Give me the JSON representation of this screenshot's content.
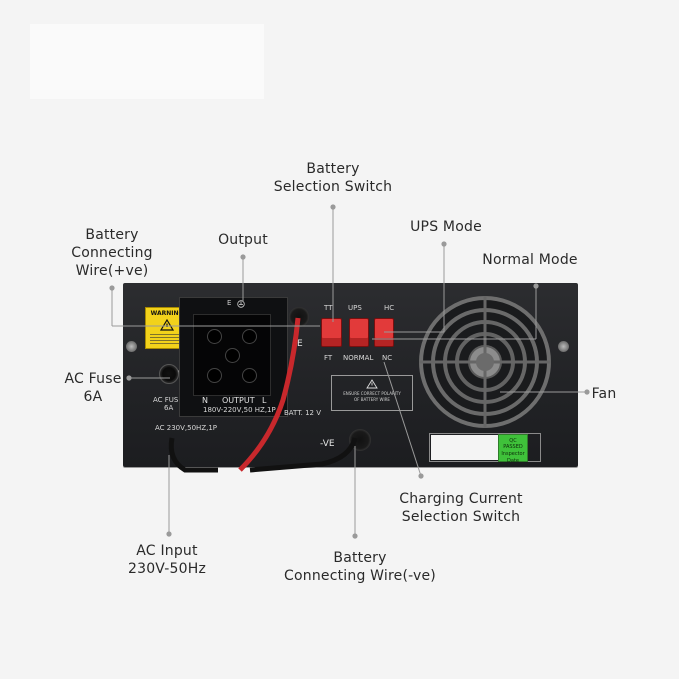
{
  "labels": {
    "battery_selection_switch": [
      "Battery",
      "Selection Switch"
    ],
    "output": [
      "Output"
    ],
    "ups_mode": [
      "UPS Mode"
    ],
    "battery_connecting_wire_pos": [
      "Battery",
      "Connecting",
      "Wire(+ve)"
    ],
    "normal_mode": [
      "Normal Mode"
    ],
    "ac_fuse": [
      "AC Fuse",
      "6A"
    ],
    "fan": [
      "Fan"
    ],
    "charging_current_selection_switch": [
      "Charging Current",
      "Selection Switch"
    ],
    "ac_input": [
      "AC Input",
      "230V-50Hz"
    ],
    "battery_connecting_wire_neg": [
      "Battery",
      "Connecting Wire(-ve)"
    ]
  },
  "panel": {
    "warning_label": "WARNING",
    "ac_fuse_text": "AC FUSE",
    "ac_fuse_rating": "6A",
    "ac_input_text": "AC 230V,50HZ,1P",
    "socket_n": "N",
    "socket_output": "OUTPUT",
    "socket_l": "L",
    "socket_rating": "180V-220V,50 HZ,1P",
    "terminal_pos": "E",
    "batt_text": "BATT. 12 V",
    "terminal_neg": "-VE",
    "switch_tt": "TT",
    "switch_ups": "UPS",
    "switch_hc": "HC",
    "switch_ft": "FT",
    "switch_normal": "NORMAL",
    "switch_nc": "NC",
    "polarity_notice_1": "ENSURE CORRECT POLARITY",
    "polarity_notice_2": "OF BATTERY WIRE",
    "qc_tag_1": "QC PASSED",
    "qc_tag_2": "Inspector",
    "qc_tag_3": "Date"
  },
  "colors": {
    "panel": "#242528",
    "switch": "#e23a3a",
    "red_wire": "#c8282c",
    "warning": "#f2d21b",
    "qc_tag": "#3fc13a",
    "leader_dot": "#9a9a9a"
  },
  "icons": [
    "warning-icon",
    "shock-hazard-icon",
    "ground-icon",
    "fan-grille-icon",
    "screw-icon"
  ]
}
